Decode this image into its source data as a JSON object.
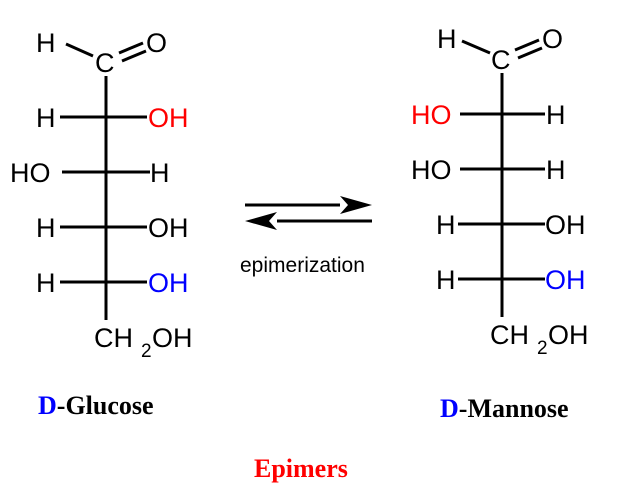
{
  "colors": {
    "default": "#000000",
    "epimer_center": "#ff0000",
    "d_config": "#0000ff",
    "title": "#ff0000"
  },
  "molecules": [
    {
      "name": "D-Glucose",
      "prefix": "D",
      "suffix": "-Glucose",
      "aldehyde": {
        "h": "H",
        "c": "C",
        "o": "O"
      },
      "rows": [
        {
          "left": "H",
          "right": "OH",
          "highlight": "right",
          "color": "epimer_center"
        },
        {
          "left": "HO",
          "right": "H",
          "highlight": null,
          "color": null
        },
        {
          "left": "H",
          "right": "OH",
          "highlight": null,
          "color": null
        },
        {
          "left": "H",
          "right": "OH",
          "highlight": "right",
          "color": "d_config"
        }
      ],
      "terminal": {
        "ch": "CH",
        "sub": "2",
        "oh": "OH"
      }
    },
    {
      "name": "D-Mannose",
      "prefix": "D",
      "suffix": "-Mannose",
      "aldehyde": {
        "h": "H",
        "c": "C",
        "o": "O"
      },
      "rows": [
        {
          "left": "HO",
          "right": "H",
          "highlight": "left",
          "color": "epimer_center"
        },
        {
          "left": "HO",
          "right": "H",
          "highlight": null,
          "color": null
        },
        {
          "left": "H",
          "right": "OH",
          "highlight": null,
          "color": null
        },
        {
          "left": "H",
          "right": "OH",
          "highlight": "right",
          "color": "d_config"
        }
      ],
      "terminal": {
        "ch": "CH",
        "sub": "2",
        "oh": "OH"
      }
    }
  ],
  "reaction": {
    "type": "equilibrium",
    "label": "epimerization"
  },
  "title": "Epimers"
}
